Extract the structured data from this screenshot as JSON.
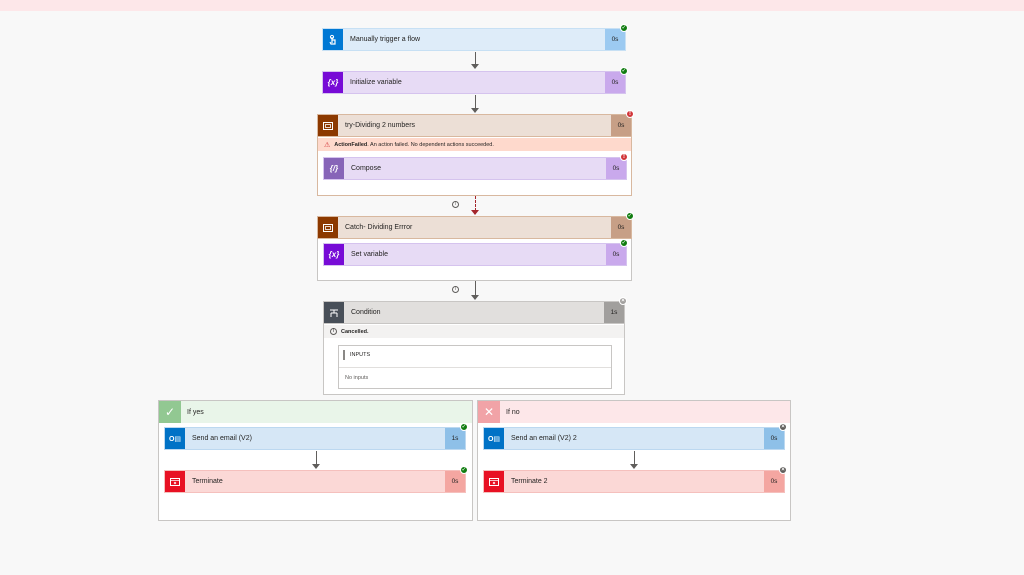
{
  "flow": {
    "trigger": {
      "title": "Manually trigger a flow",
      "duration": "0s"
    },
    "init_variable": {
      "title": "Initialize variable",
      "duration": "0s"
    },
    "try_scope": {
      "title": "try-Dividing 2 numbers",
      "duration": "0s",
      "error_label": "ActionFailed",
      "error_message": ". An action failed. No dependent actions succeeded.",
      "compose": {
        "title": "Compose",
        "duration": "0s"
      }
    },
    "catch_scope": {
      "title": "Catch- Dividing Errror",
      "duration": "0s",
      "set_variable": {
        "title": "Set variable",
        "duration": "0s"
      }
    },
    "condition": {
      "title": "Condition",
      "duration": "1s",
      "status_text": "Cancelled.",
      "inputs_header": "INPUTS",
      "inputs_value": "No inputs"
    },
    "if_yes": {
      "label": "If yes",
      "send_email": {
        "title": "Send an email (V2)",
        "duration": "1s"
      },
      "terminate": {
        "title": "Terminate",
        "duration": "0s"
      }
    },
    "if_no": {
      "label": "If no",
      "send_email": {
        "title": "Send an email (V2) 2",
        "duration": "0s"
      },
      "terminate": {
        "title": "Terminate 2",
        "duration": "0s"
      }
    }
  },
  "icons": {
    "trigger": "hand-tap-icon",
    "variable": "curly-x-icon",
    "scope": "scope-icon",
    "compose": "compose-icon",
    "condition": "condition-icon",
    "outlook": "outlook-icon",
    "terminate": "terminate-icon",
    "status_ok": "check-badge-icon",
    "status_error": "error-badge-icon",
    "status_cancelled": "cancel-badge-icon"
  },
  "colors": {
    "trigger": "#0078d4",
    "variable": "#770bd6",
    "scope": "#8c3900",
    "condition": "#484f58",
    "outlook": "#0072c6",
    "terminate": "#e81123",
    "success": "#107c10",
    "error": "#d13438"
  }
}
